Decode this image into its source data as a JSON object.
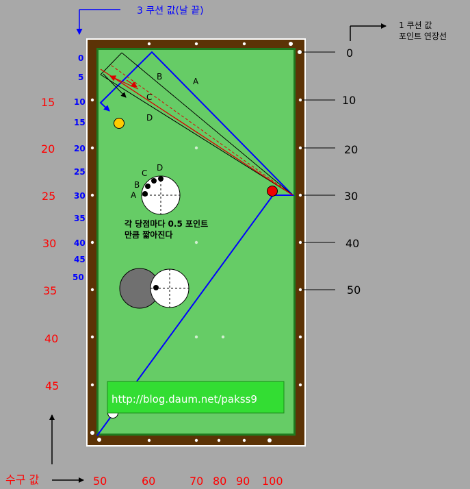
{
  "top_title": "3 쿠션 값(날 끝)",
  "right_title_line1": "1 쿠션 값",
  "right_title_line2": "포인트 연장선",
  "bottom_left_label": "수구 값",
  "note_line1": "각 당점마다 0.5 포인트",
  "note_line2": "만큼 짧아진다",
  "url": "http://blog.daum.net/pakss9",
  "line_labels": [
    "A",
    "B",
    "C",
    "D"
  ],
  "dot_labels": [
    "A",
    "B",
    "C",
    "D"
  ],
  "left_red_values": [
    "15",
    "20",
    "25",
    "30",
    "35",
    "40",
    "45"
  ],
  "left_blue_values": [
    "0",
    "5",
    "10",
    "15",
    "20",
    "25",
    "30",
    "35",
    "40",
    "45",
    "50"
  ],
  "right_values": [
    "0",
    "10",
    "20",
    "30",
    "40",
    "50"
  ],
  "bottom_values": [
    "50",
    "60",
    "70",
    "80",
    "90",
    "100"
  ],
  "colors": {
    "background": "#a8a8a8",
    "rail": "#5c3306",
    "cloth": "#66cc66",
    "url_box": "#33dd33",
    "red_value": "#ff0000",
    "blue_value": "#0000ff",
    "path_blue": "#0000ff",
    "path_red": "#dd0000"
  }
}
